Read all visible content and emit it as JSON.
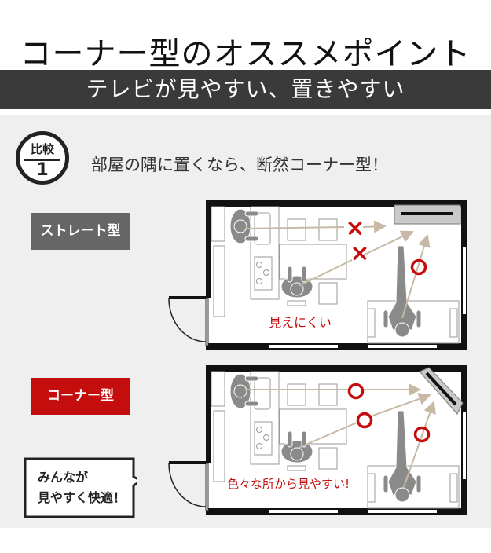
{
  "header": {
    "title": "コーナー型のオススメポイント",
    "subtitle": "テレビが見やすい、置きやすい"
  },
  "comparison": {
    "badge_top": "比較",
    "badge_number": "1",
    "headline": "部屋の隅に置くなら、断然コーナー型！"
  },
  "straight": {
    "label": "ストレート型",
    "caption": "見えにくい",
    "marks": [
      "×",
      "×",
      "○"
    ]
  },
  "corner": {
    "label": "コーナー型",
    "caption": "色々な所から見やすい!",
    "marks": [
      "○",
      "○",
      "○"
    ],
    "bubble_line1": "みんなが",
    "bubble_line2": "見やすく快適！"
  },
  "colors": {
    "accent_red": "#c40d0d",
    "banner": "#3a3a3a",
    "panel": "#efefef",
    "sightline": "#c8b9a6",
    "person": "#8a8a8a"
  }
}
